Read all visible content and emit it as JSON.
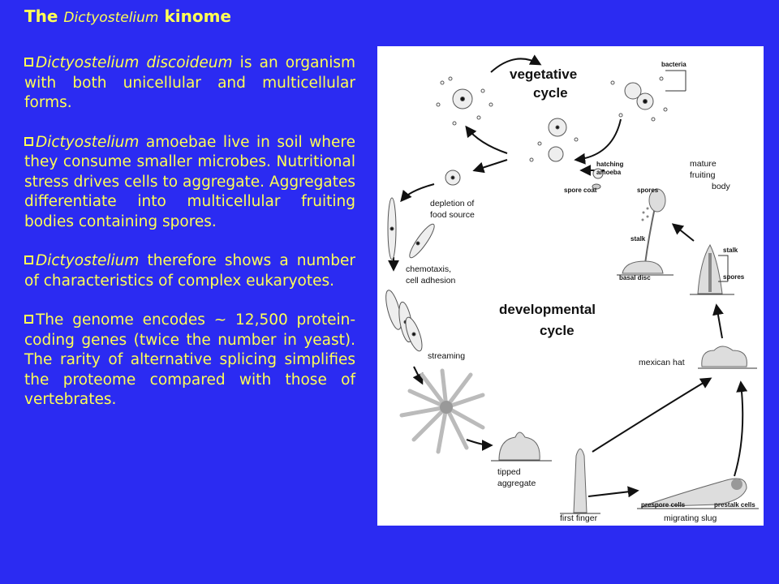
{
  "slide": {
    "title_prefix": "The ",
    "title_italic": "Dictyostelium",
    "title_suffix": " kinome",
    "bullets": [
      {
        "italic": "Dictyostelium discoideum",
        "text": " is an organism with both unicellular and multicellular forms."
      },
      {
        "italic": "Dictyostelium",
        "text": " amoebae live in soil where they consume smaller microbes. Nutritional stress drives cells to aggregate. Aggregates differentiate into multicellular fruiting bodies containing spores."
      },
      {
        "italic": "Dictyostelium",
        "text": " therefore shows a number of characteristics of complex eukaryotes."
      },
      {
        "italic": "",
        "text": "The genome encodes ~ 12,500 protein-coding genes (twice the number in yeast). The rarity of alternative splicing simplifies the proteome compared with those of vertebrates."
      }
    ]
  },
  "figure": {
    "vegetative_1": "vegetative",
    "vegetative_2": "cycle",
    "developmental_1": "developmental",
    "developmental_2": "cycle",
    "bacteria": "bacteria",
    "hatching_1": "hatching",
    "hatching_2": "amoeba",
    "spore_coat": "spore coat",
    "spores": "spores",
    "mature_1": "mature",
    "mature_2": "fruiting",
    "mature_3": "body",
    "depletion_1": "depletion of",
    "depletion_2": "food source",
    "stalk": "stalk",
    "basal_disc": "basal disc",
    "stalk_right": "stalk",
    "spores_right": "spores",
    "chemotaxis_1": "chemotaxis,",
    "chemotaxis_2": "cell adhesion",
    "streaming": "streaming",
    "mexican_hat": "mexican hat",
    "tipped_1": "tipped",
    "tipped_2": "aggregate",
    "first_finger": "first finger",
    "prespore": "prespore cells",
    "prestalk": "prestalk cells",
    "migrating_slug": "migrating slug"
  }
}
